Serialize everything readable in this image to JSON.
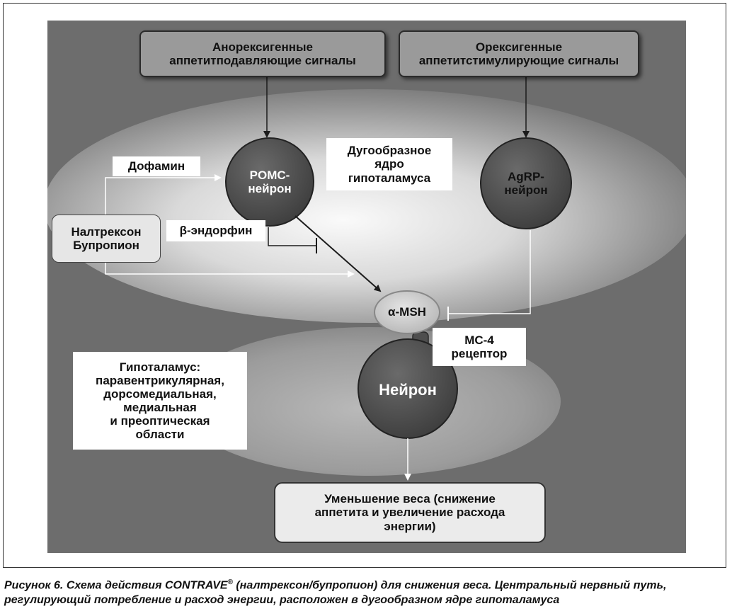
{
  "diagram": {
    "nodes": {
      "anorexigenic": "Анорексигенные\nаппетитподавляющие сигналы",
      "orexigenic": "Орексигенные\nаппетитстимулирующие сигналы",
      "arcuate": "Дугообразное\nядро\nгипоталамуса",
      "dopamine": "Дофамин",
      "pomc": "POMC-\nнейрон",
      "agrp": "AgRP-\nнейрон",
      "drugs": "Налтрексон\nБупропион",
      "beta_endorphin": "β-эндорфин",
      "msh": "α-MSH",
      "mc4": "MC-4\nрецептор",
      "hypothalamus": "Гипоталамус:\nпаравентрикулярная,\nдорсомедиальная,\nмедиальная\nи преоптическая\nобласти",
      "neuron": "Нейрон",
      "outcome": "Уменьшение веса (снижение\nаппетита и увеличение расхода\nэнергии)"
    },
    "edges": [
      {
        "from": "anorexigenic",
        "to": "pomc",
        "type": "arrow"
      },
      {
        "from": "orexigenic",
        "to": "agrp",
        "type": "arrow"
      },
      {
        "from": "drugs",
        "to": "pomc",
        "label": "dopamine",
        "type": "arrow"
      },
      {
        "from": "drugs",
        "to": "msh",
        "type": "arrow"
      },
      {
        "from": "pomc",
        "to": "msh",
        "type": "arrow"
      },
      {
        "from": "pomc",
        "to": "pomc",
        "label": "beta_endorphin",
        "type": "inhibit"
      },
      {
        "from": "agrp",
        "to": "msh",
        "type": "inhibit"
      },
      {
        "from": "neuron",
        "to": "outcome",
        "type": "arrow"
      }
    ]
  },
  "caption": {
    "lead": "Рисунок 6. Схема действия CONTRAVE",
    "mark": "®",
    "rest": " (налтрексон/бупропион) для снижения веса. Центральный нервный путь, регулирующий потребление и расход энергии, расположен в дугообразном ядре гипоталамуса"
  },
  "colors": {
    "panel": "#6d6d6d",
    "nucleus_glow": "#f4f4f4",
    "neuron_fill": "#555555",
    "signal_box": "#9a9a9a"
  }
}
